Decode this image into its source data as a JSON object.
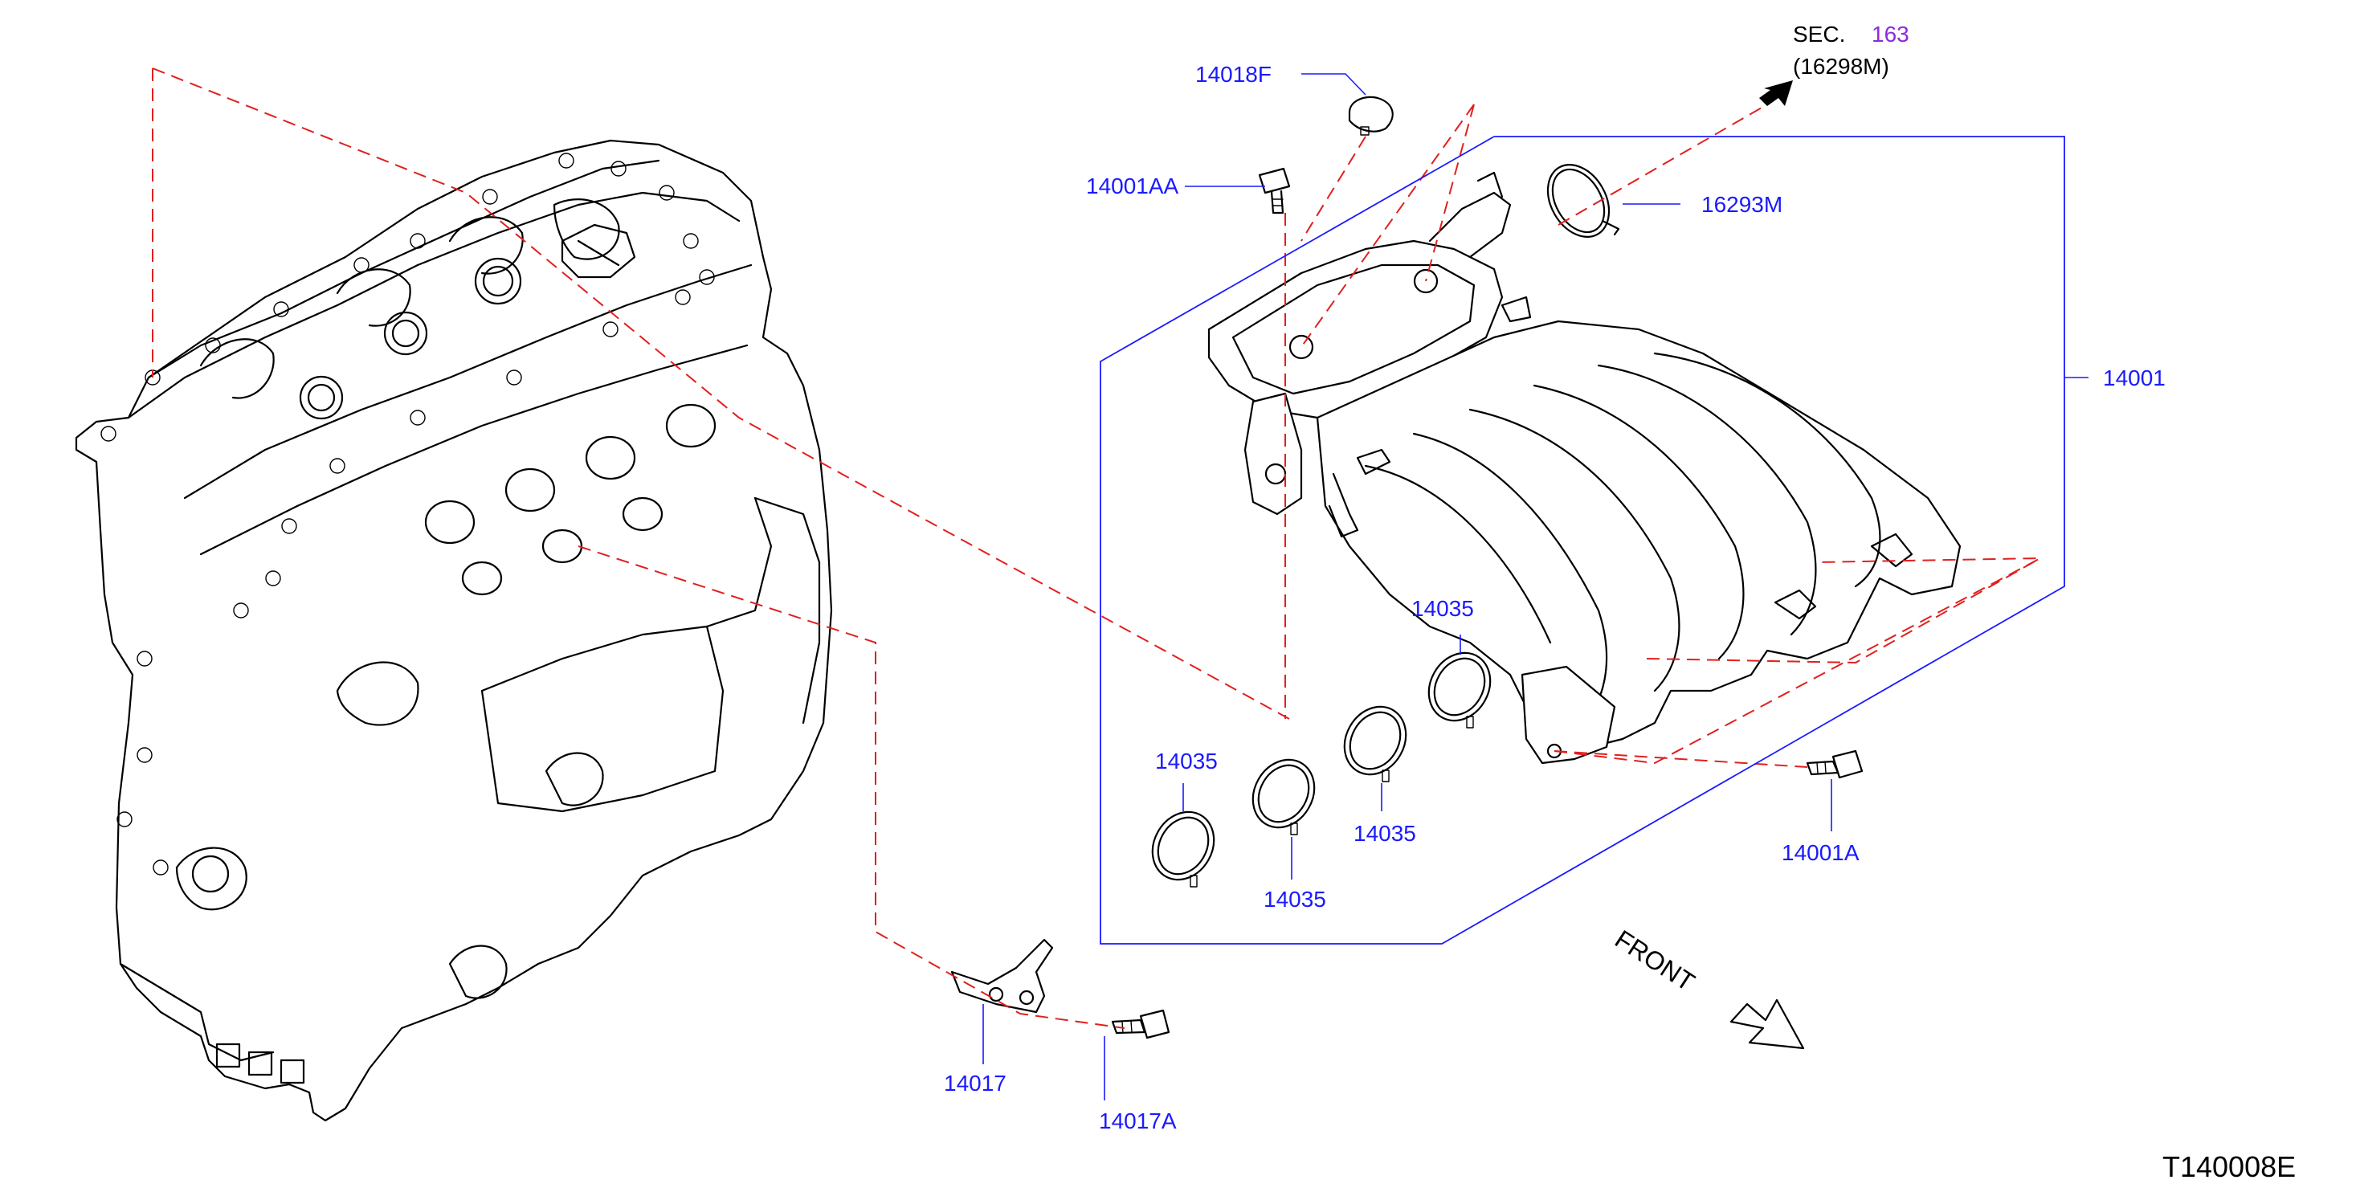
{
  "labels": {
    "sec_prefix": "SEC.",
    "sec_number": "163",
    "sec_ref": "(16298M)",
    "p14018F": "14018F",
    "p14001AA": "14001AA",
    "p16293M": "16293M",
    "p14001": "14001",
    "p14035_a": "14035",
    "p14035_b": "14035",
    "p14035_c": "14035",
    "p14035_d": "14035",
    "p14001A": "14001A",
    "p14017": "14017",
    "p14017A": "14017A",
    "front": "FRONT",
    "drawing_code": "T140008E"
  },
  "colors": {
    "callout": "#1a1aff",
    "section_ref": "#8a2be2",
    "hidden_line": "#e0201f",
    "ink": "#000000"
  },
  "icons": {
    "front": "front-arrow-icon",
    "section": "section-arrow-icon"
  }
}
